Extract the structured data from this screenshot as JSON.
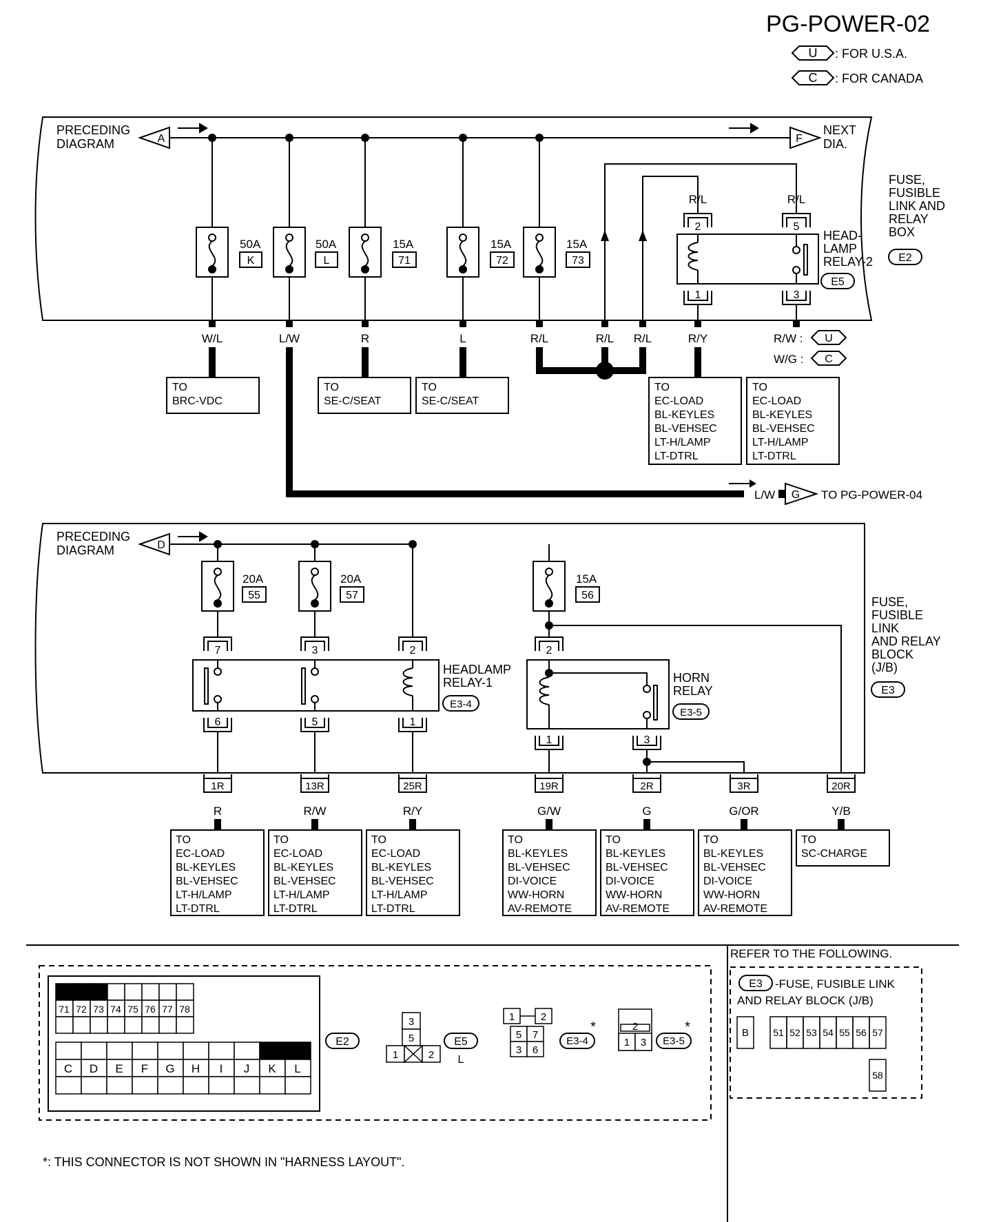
{
  "header": {
    "page_id": "PG-POWER-02",
    "legend": [
      {
        "code": "U",
        "desc": ": FOR U.S.A."
      },
      {
        "code": "C",
        "desc": ": FOR CANADA"
      }
    ]
  },
  "top": {
    "preceding": [
      "PRECEDING",
      "DIAGRAM"
    ],
    "conn_in": "A",
    "conn_out": "F",
    "next": [
      "NEXT",
      "DIA."
    ],
    "box_label": [
      "FUSE,",
      "FUSIBLE",
      "LINK AND",
      "RELAY",
      "BOX"
    ],
    "box_code": "E2",
    "fuses": [
      {
        "amp": "50A",
        "id": "K",
        "wire": "W/L"
      },
      {
        "amp": "50A",
        "id": "L",
        "wire": "L/W"
      },
      {
        "amp": "15A",
        "id": "71",
        "wire": "R"
      },
      {
        "amp": "15A",
        "id": "72",
        "wire": "L"
      },
      {
        "amp": "15A",
        "id": "73",
        "wire": "R/L"
      }
    ],
    "wire_rl": "R/L",
    "wire_ry": "R/Y",
    "wire_rw": "R/W :",
    "wire_wg": "W/G :",
    "relay2": {
      "label": [
        "HEAD-",
        "LAMP",
        "RELAY-2"
      ],
      "code": "E5",
      "pins": [
        "2",
        "5",
        "1",
        "3"
      ]
    },
    "dest": [
      [
        "TO",
        "BRC-VDC"
      ],
      [
        "TO",
        "SE-C/SEAT"
      ],
      [
        "TO",
        "SE-C/SEAT"
      ],
      [
        "TO",
        "EC-LOAD",
        "BL-KEYLES",
        "BL-VEHSEC",
        "LT-H/LAMP",
        "LT-DTRL"
      ],
      [
        "TO",
        "EC-LOAD",
        "BL-KEYLES",
        "BL-VEHSEC",
        "LT-H/LAMP",
        "LT-DTRL"
      ]
    ],
    "lw_out": {
      "wire": "L/W",
      "conn": "G",
      "to": "TO PG-POWER-04"
    }
  },
  "bottom": {
    "preceding": [
      "PRECEDING",
      "DIAGRAM"
    ],
    "conn_in": "D",
    "fuses": [
      {
        "amp": "20A",
        "id": "55"
      },
      {
        "amp": "20A",
        "id": "57"
      },
      {
        "amp": "15A",
        "id": "56"
      }
    ],
    "relay1": {
      "label": [
        "HEADLAMP",
        "RELAY-1"
      ],
      "code": "E3-4",
      "pins": [
        "7",
        "3",
        "2",
        "6",
        "5",
        "1"
      ]
    },
    "horn": {
      "label": [
        "HORN",
        "RELAY"
      ],
      "code": "E3-5",
      "pins": [
        "2",
        "1",
        "3"
      ]
    },
    "block_label": [
      "FUSE,",
      "FUSIBLE",
      "LINK",
      "AND RELAY",
      "BLOCK",
      "(J/B)"
    ],
    "block_code": "E3",
    "outputs": [
      {
        "pin": "1R",
        "wire": "R"
      },
      {
        "pin": "13R",
        "wire": "R/W"
      },
      {
        "pin": "25R",
        "wire": "R/Y"
      },
      {
        "pin": "19R",
        "wire": "G/W"
      },
      {
        "pin": "2R",
        "wire": "G"
      },
      {
        "pin": "3R",
        "wire": "G/OR"
      },
      {
        "pin": "20R",
        "wire": "Y/B"
      }
    ],
    "dest": [
      [
        "TO",
        "EC-LOAD",
        "BL-KEYLES",
        "BL-VEHSEC",
        "LT-H/LAMP",
        "LT-DTRL"
      ],
      [
        "TO",
        "EC-LOAD",
        "BL-KEYLES",
        "BL-VEHSEC",
        "LT-H/LAMP",
        "LT-DTRL"
      ],
      [
        "TO",
        "EC-LOAD",
        "BL-KEYLES",
        "BL-VEHSEC",
        "LT-H/LAMP",
        "LT-DTRL"
      ],
      [
        "TO",
        "BL-KEYLES",
        "BL-VEHSEC",
        "DI-VOICE",
        "WW-HORN",
        "AV-REMOTE"
      ],
      [
        "TO",
        "BL-KEYLES",
        "BL-VEHSEC",
        "DI-VOICE",
        "WW-HORN",
        "AV-REMOTE"
      ],
      [
        "TO",
        "BL-KEYLES",
        "BL-VEHSEC",
        "DI-VOICE",
        "WW-HORN",
        "AV-REMOTE"
      ],
      [
        "TO",
        "SC-CHARGE"
      ]
    ]
  },
  "connectors": {
    "grid_numbers": [
      "71",
      "72",
      "73",
      "74",
      "75",
      "76",
      "77",
      "78"
    ],
    "grid_letters": [
      "C",
      "D",
      "E",
      "F",
      "G",
      "H",
      "I",
      "J",
      "K",
      "L"
    ],
    "e2": "E2",
    "e5": "E5",
    "e5_color": "L",
    "e5_pins": [
      "3",
      "5",
      "1",
      "2"
    ],
    "e34": "E3-4",
    "e34_pins": [
      "1",
      "2",
      "5",
      "7",
      "3",
      "6"
    ],
    "e35": "E3-5",
    "e35_pins": [
      "2",
      "1",
      "3"
    ],
    "star": "*",
    "refer_title": "REFER TO THE FOLLOWING.",
    "refer_code": "E3",
    "refer_desc": "-FUSE, FUSIBLE LINK",
    "refer_desc2": "AND RELAY BLOCK (J/B)",
    "refer_b": "B",
    "refer_cells": [
      "51",
      "52",
      "53",
      "54",
      "55",
      "56",
      "57"
    ],
    "refer_58": "58"
  },
  "footnote": "*: THIS CONNECTOR IS NOT SHOWN IN \"HARNESS LAYOUT\"."
}
